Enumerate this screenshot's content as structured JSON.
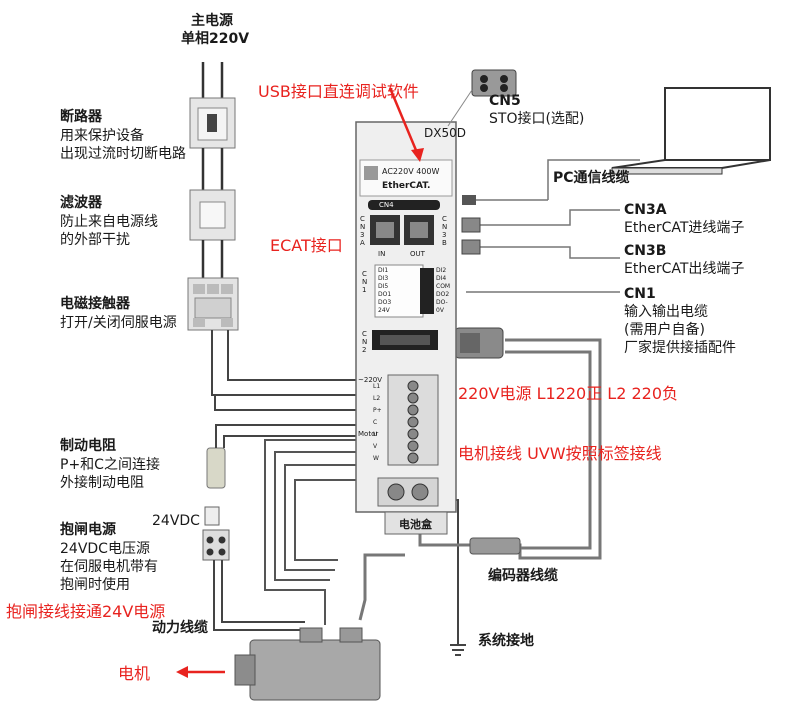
{
  "power": {
    "title": "主电源",
    "subtitle": "单相220V"
  },
  "breaker": {
    "title": "断路器",
    "line1": "用来保护设备",
    "line2": "出现过流时切断电路"
  },
  "filter": {
    "title": "滤波器",
    "line1": "防止来自电源线",
    "line2": "的外部干扰"
  },
  "contactor": {
    "title": "电磁接触器",
    "line1": "打开/关闭伺服电源"
  },
  "brake_resistor": {
    "title": "制动电阻",
    "line1": "P+和C之间连接",
    "line2": "外接制动电阻"
  },
  "brake_power": {
    "title": "抱闸电源",
    "line1": "24VDC电压源",
    "line2": "在伺服电机带有",
    "line3": "抱闸时使用",
    "label_24vdc": "24VDC"
  },
  "cn5": {
    "title": "CN5",
    "desc": "STO接口(选配)"
  },
  "pc_cable": {
    "title": "PC通信线缆"
  },
  "cn3a": {
    "title": "CN3A",
    "desc": "EtherCAT进线端子"
  },
  "cn3b": {
    "title": "CN3B",
    "desc": "EtherCAT出线端子"
  },
  "cn1": {
    "title": "CN1",
    "line1": "输入输出电缆",
    "line2": "(需用户自备)",
    "line3": "厂家提供接插配件"
  },
  "encoder_cable": {
    "title": "编码器线缆"
  },
  "power_cable": {
    "title": "动力线缆"
  },
  "ground": {
    "title": "系统接地"
  },
  "battery_box": {
    "title": "电池盒"
  },
  "drive": {
    "model": "DX50D",
    "rating": "AC220V 400W",
    "ethercat": "EtherCAT.",
    "cn4": "CN4",
    "cn3a_side": "C N 3 A",
    "cn3b_side": "C N 3 B",
    "in_label": "IN",
    "out_label": "OUT",
    "cn1_side": "C N 1",
    "cn2_side": "C N 2",
    "io_left": [
      "DI1",
      "DI3",
      "DI5",
      "DO1",
      "DO3",
      "24V"
    ],
    "io_right": [
      "DI2",
      "DI4",
      "COM",
      "DO2",
      "DO-",
      "0V"
    ],
    "terminals": [
      "L1",
      "L2",
      "P+",
      "C",
      "U",
      "V",
      "W"
    ],
    "voltage_side": "~220V",
    "motor_side": "Motor"
  },
  "annotations": {
    "usb": "USB接口直连调试软件",
    "ecat": "ECAT接口",
    "power220": "220V电源 L1220正 L2 220负",
    "motor_wiring": "电机接线  UVW按照标签接线",
    "brake_wiring": "抱闸接线接通24V电源",
    "motor": "电机"
  }
}
